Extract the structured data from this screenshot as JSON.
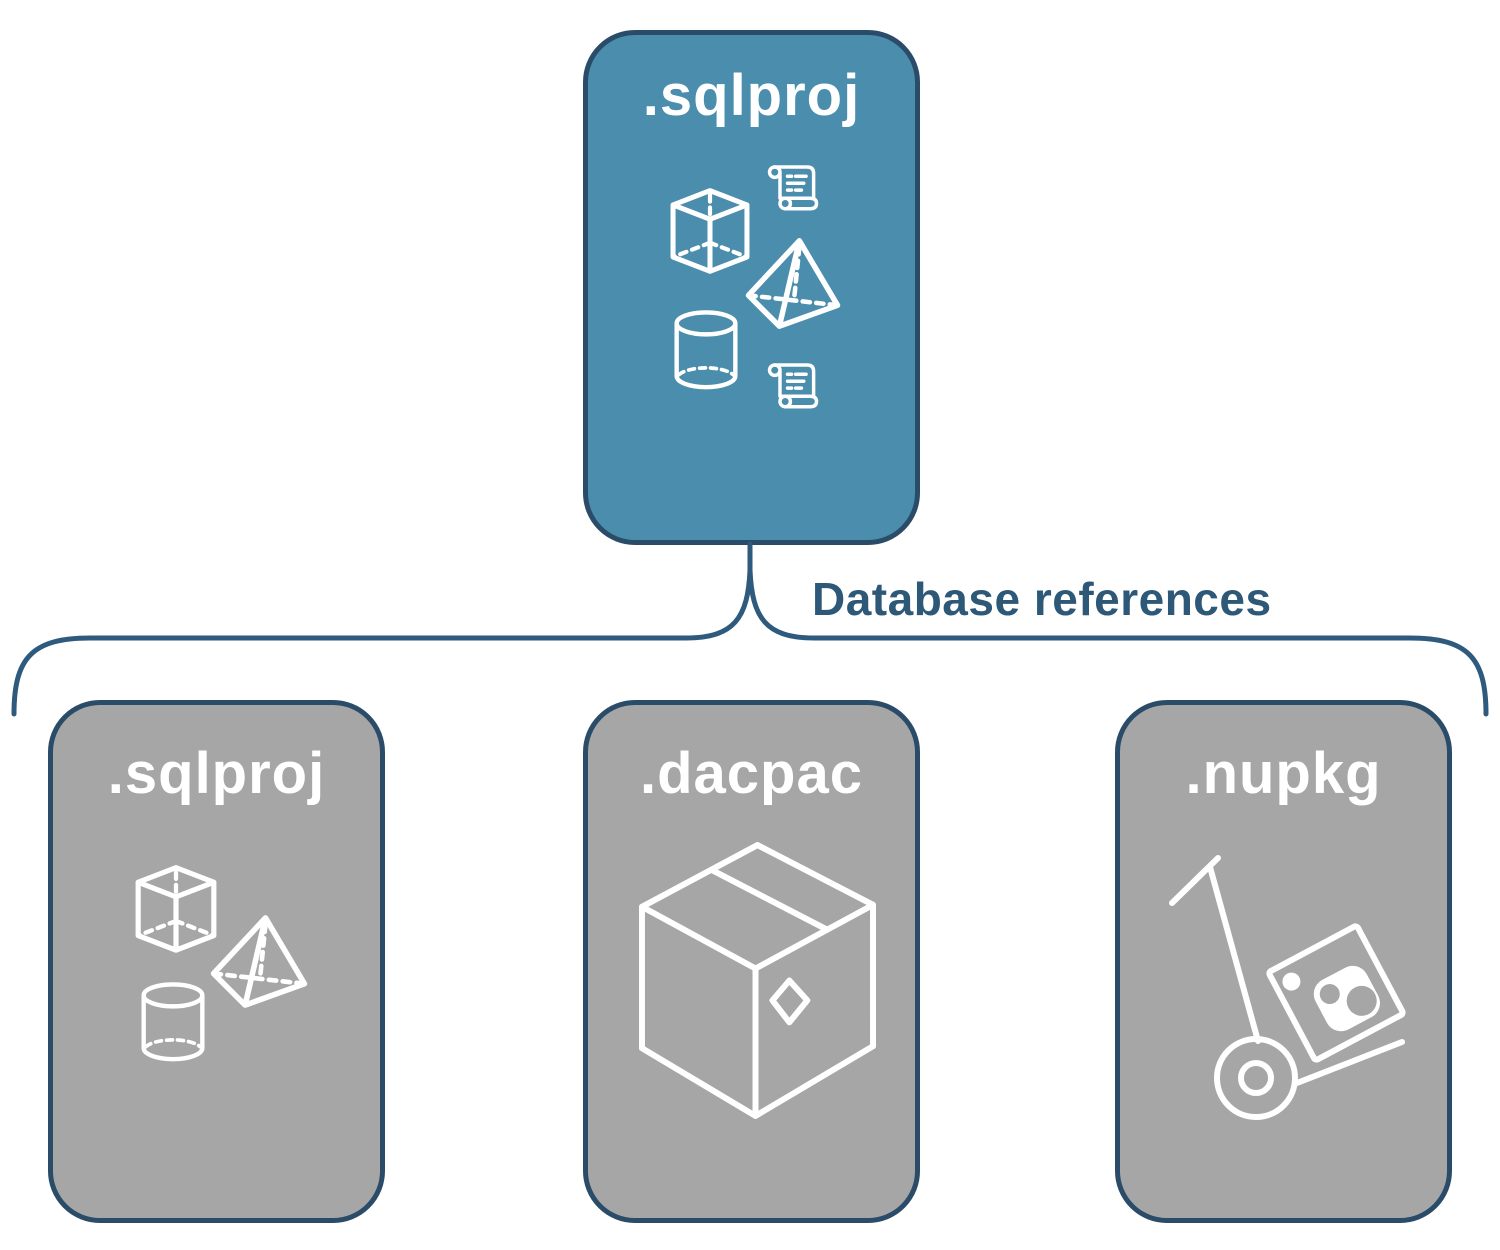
{
  "diagram": {
    "parent": {
      "label": ".sqlproj",
      "icons": [
        "sql-script-icon",
        "cube-icon",
        "pyramid-icon",
        "cylinder-icon",
        "sql-script-icon"
      ]
    },
    "connector": {
      "label": "Database references"
    },
    "children": [
      {
        "label": ".sqlproj",
        "icons": [
          "cube-icon",
          "pyramid-icon",
          "cylinder-icon"
        ]
      },
      {
        "label": ".dacpac",
        "icons": [
          "package-box-icon"
        ]
      },
      {
        "label": ".nupkg",
        "icons": [
          "hand-truck-package-icon"
        ]
      }
    ],
    "colors": {
      "parent_fill": "#4a8dac",
      "child_fill": "#a6a6a6",
      "node_border": "#2b4c68",
      "connector": "#2e5a7d",
      "label_text": "#2e5878",
      "title_text": "#ffffff",
      "icon_stroke": "#ffffff",
      "page_bg": "#ffffff"
    }
  }
}
